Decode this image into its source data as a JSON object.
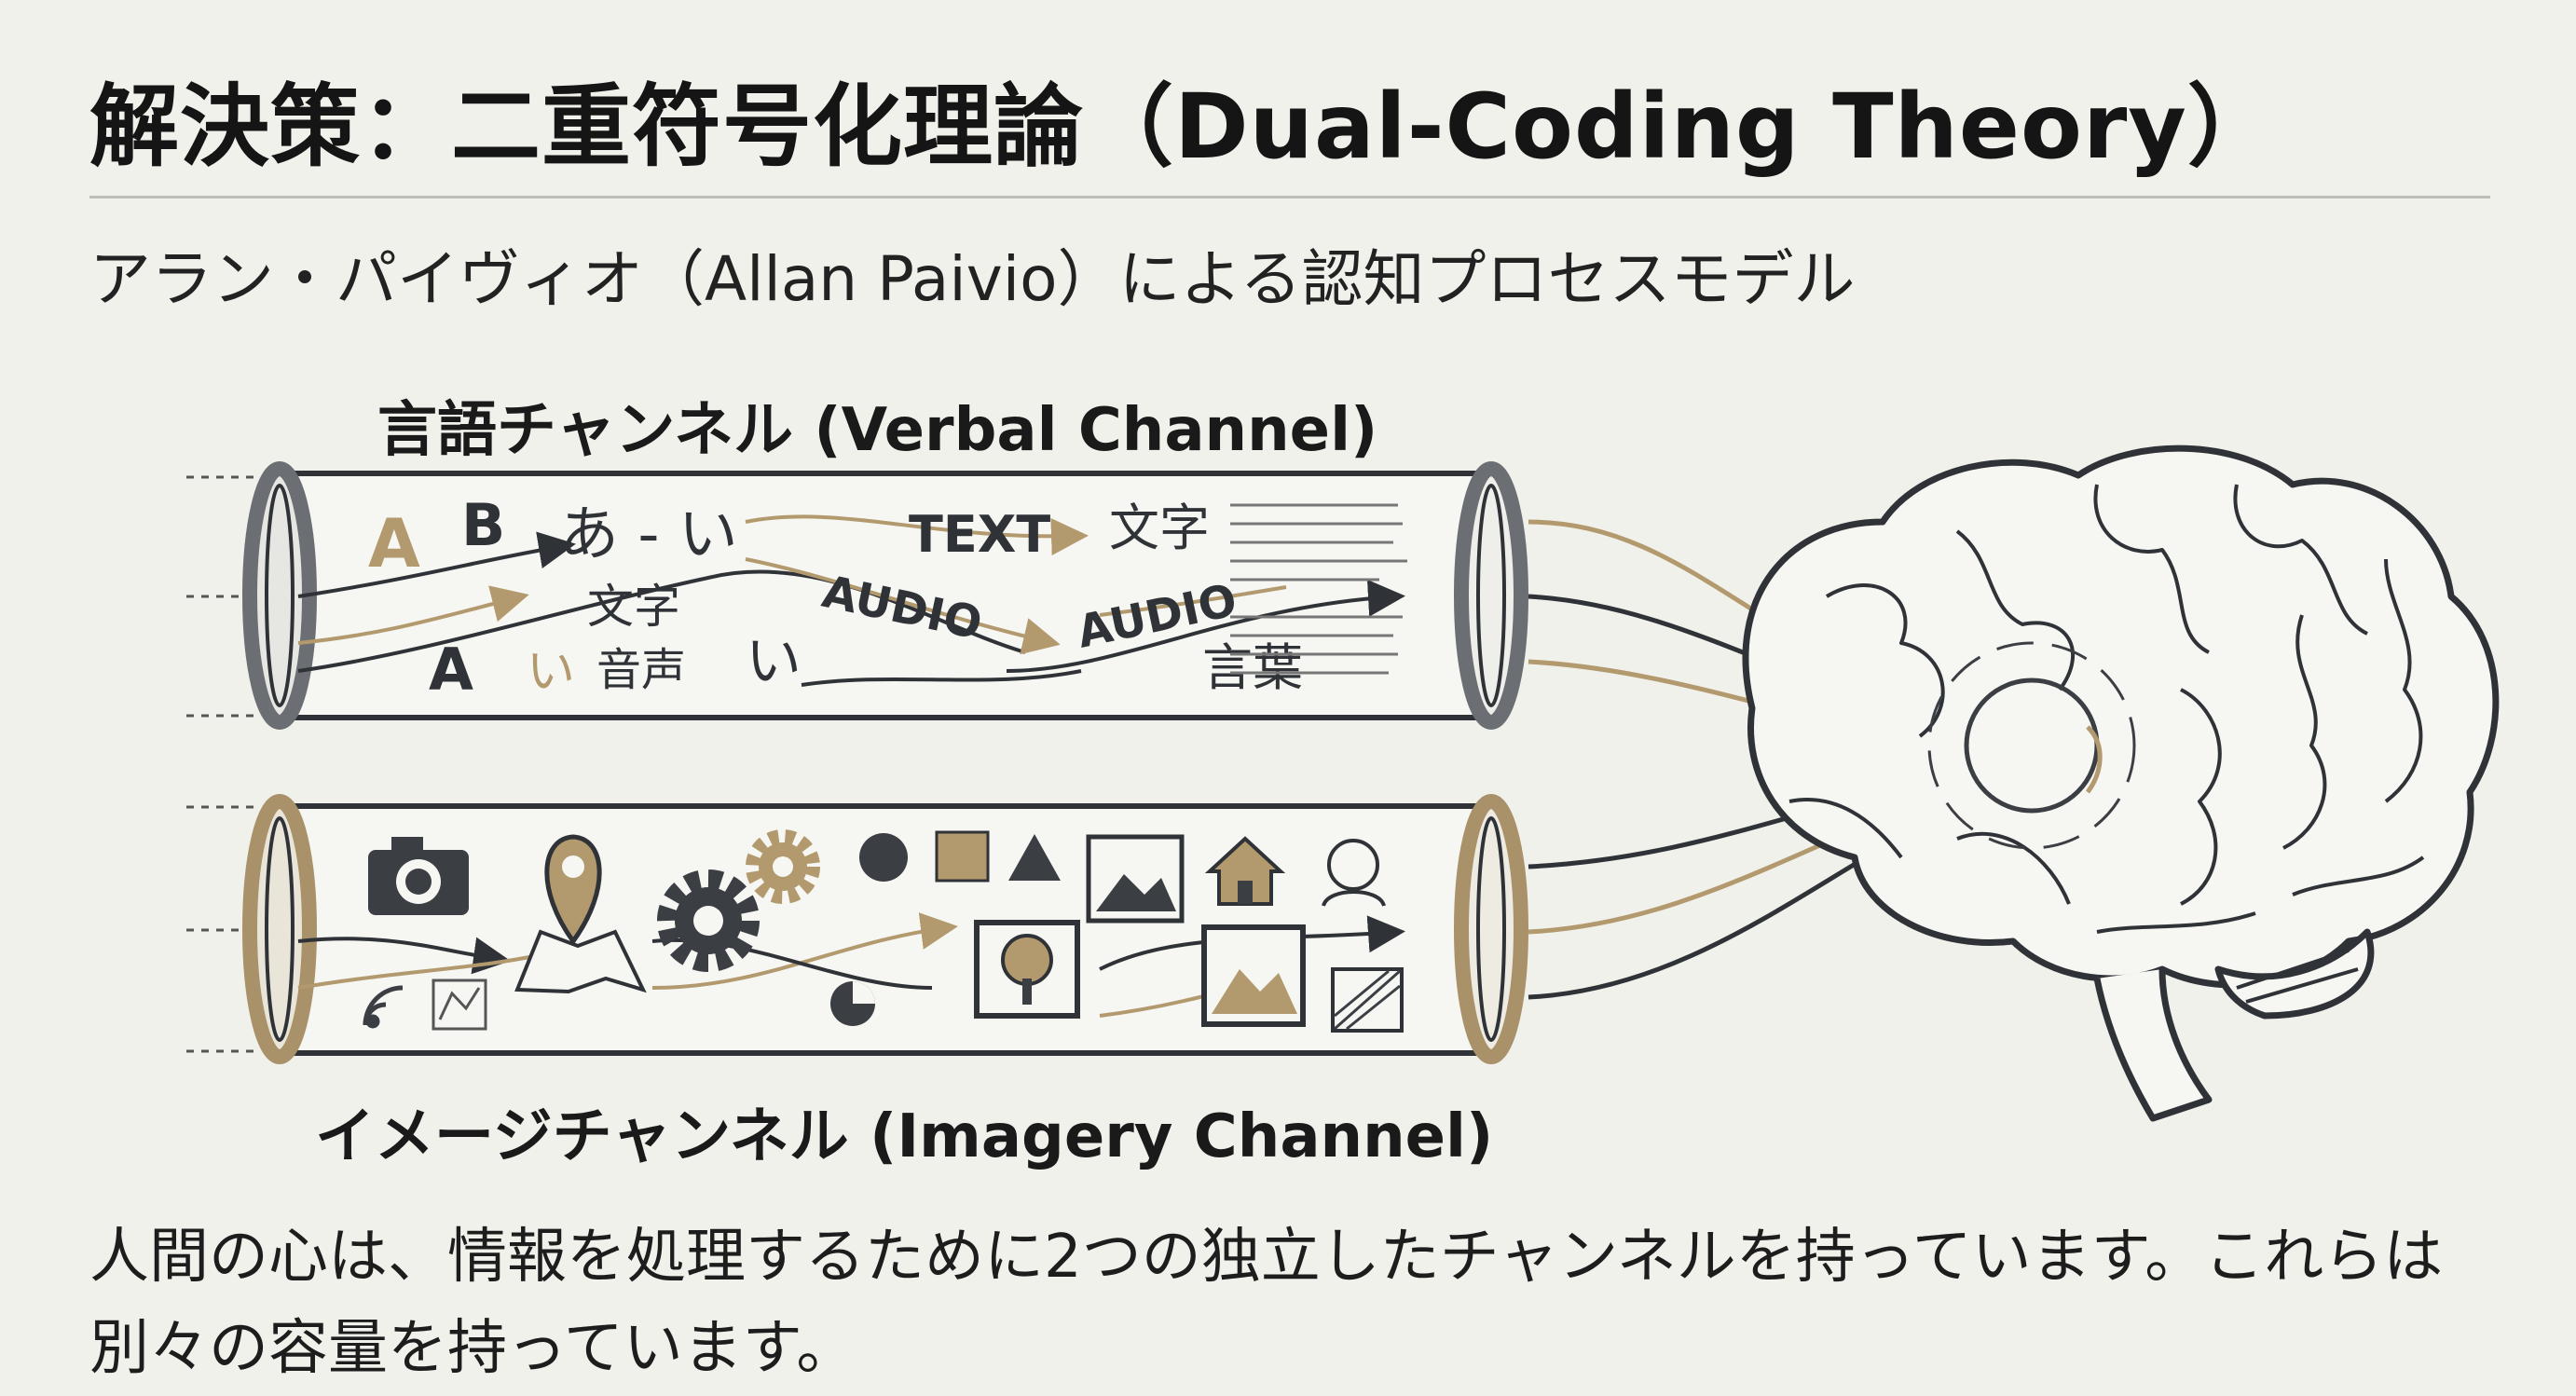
{
  "title": "解決策：二重符号化理論（Dual-Coding Theory）",
  "subtitle": "アラン・パイヴィオ（Allan Paivio）による認知プロセスモデル",
  "verbal_channel": {
    "label": "言語チャンネル (Verbal Channel)",
    "tokens": [
      "A",
      "B",
      "あ - い",
      "TEXT",
      "文字",
      "文字",
      "AUDIO",
      "AUDIO",
      "A",
      "い",
      "音声",
      "い",
      "言葉"
    ]
  },
  "imagery_channel": {
    "label": "イメージチャンネル (Imagery Channel)",
    "icons": [
      "camera-icon",
      "map-pin-icon",
      "gear-icon",
      "gear-icon",
      "circle-icon",
      "square-icon",
      "triangle-icon",
      "image-icon",
      "house-icon",
      "person-icon",
      "map-icon",
      "tree-picture-icon",
      "image-icon",
      "pie-icon",
      "wifi-icon",
      "sticky-note-icon"
    ]
  },
  "body": "人間の心は、情報を処理するために2つの独立したチャンネルを持っています。これらは別々の容量を持っています。",
  "colors": {
    "accent_gold": "#b39a6e",
    "ink": "#2f3337",
    "background": "#f1f1ec"
  }
}
